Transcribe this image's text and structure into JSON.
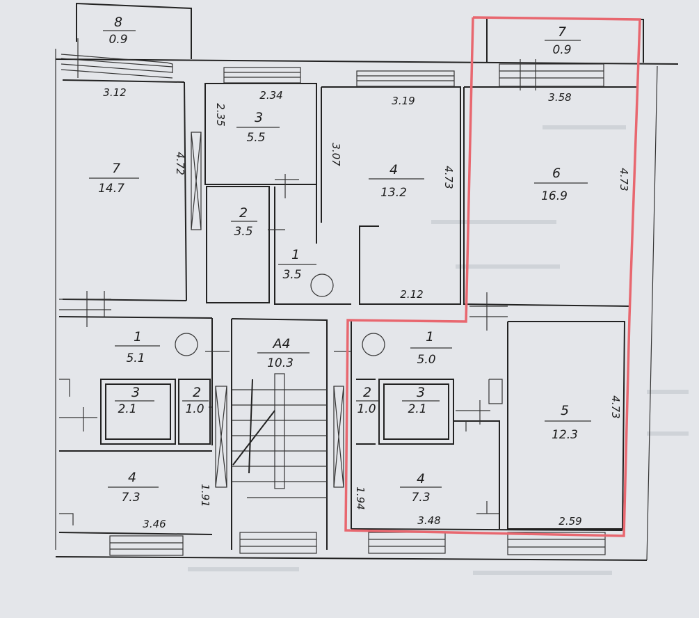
{
  "rooms": {
    "r8": {
      "num": "8",
      "area": "0.9"
    },
    "r7_left": {
      "num": "7",
      "area": "14.7",
      "dim_w": "3.12",
      "dim_h": "4.72"
    },
    "r3_top": {
      "num": "3",
      "area": "5.5",
      "dim_w": "2.34",
      "dim_h": "2.35"
    },
    "r2_top": {
      "num": "2",
      "area": "3.5"
    },
    "r1_top": {
      "num": "1",
      "area": "3.5"
    },
    "r4_top": {
      "num": "4",
      "area": "13.2",
      "dim_w": "3.19",
      "dim_h_left": "3.07",
      "dim_h_right": "4.73",
      "dim_b": "2.12"
    },
    "r7_right": {
      "num": "7",
      "area": "0.9"
    },
    "r6": {
      "num": "6",
      "area": "16.9",
      "dim_w": "3.58",
      "dim_h": "4.73"
    },
    "r1_left": {
      "num": "1",
      "area": "5.1"
    },
    "stair": {
      "num": "A4",
      "area": "10.3"
    },
    "r1_right": {
      "num": "1",
      "area": "5.0"
    },
    "r3_left": {
      "num": "3",
      "area": "2.1"
    },
    "r2_left": {
      "num": "2",
      "area": "1.0"
    },
    "r2_right": {
      "num": "2",
      "area": "1.0"
    },
    "r3_right": {
      "num": "3",
      "area": "2.1"
    },
    "r4_left": {
      "num": "4",
      "area": "7.3",
      "dim_w": "3.46",
      "dim_h": "1.91"
    },
    "r4_right": {
      "num": "4",
      "area": "7.3",
      "dim_w": "3.48",
      "dim_h": "1.94"
    },
    "r5": {
      "num": "5",
      "area": "12.3",
      "dim_w": "2.59",
      "dim_h": "4.73"
    }
  },
  "colors": {
    "paper": "#e4e6ea",
    "ink": "#222222",
    "highlight": "#e8676f"
  }
}
